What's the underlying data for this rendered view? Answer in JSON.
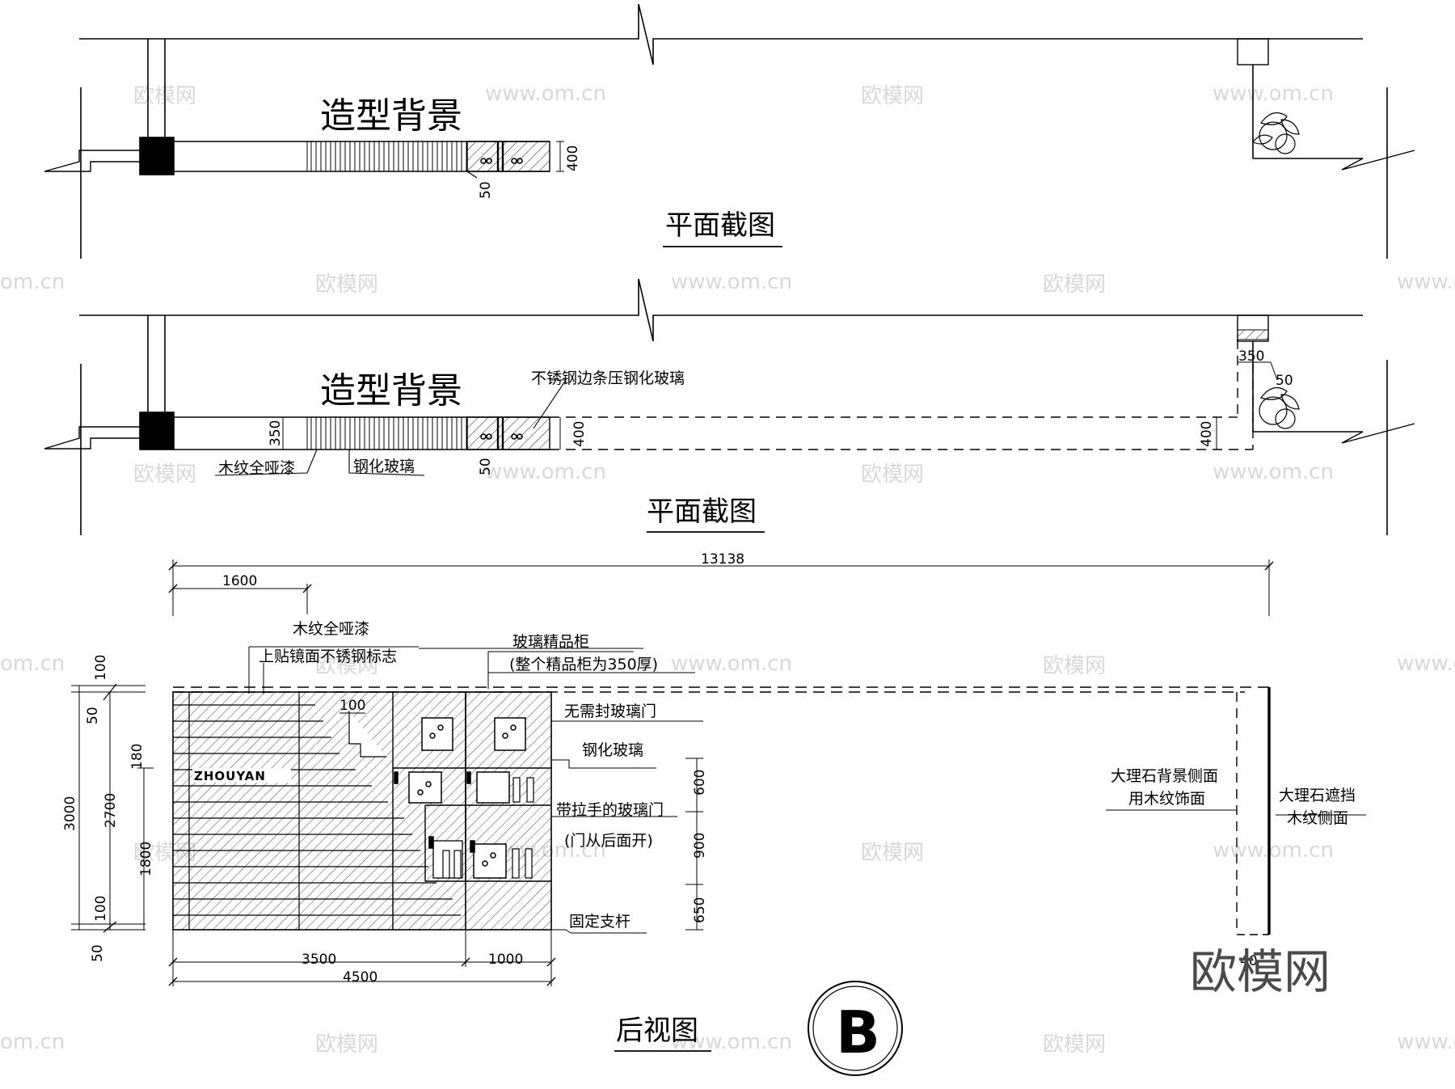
{
  "plan1": {
    "feature_title": "造型背景",
    "view_title": "平面截图",
    "dim_400": "400",
    "dim_50": "50"
  },
  "plan2": {
    "feature_title": "造型背景",
    "view_title": "平面截图",
    "label_steel_edge": "不锈钢边条压钢化玻璃",
    "label_wood": "木纹全哑漆",
    "label_glass": "钢化玻璃",
    "dim_350_left": "350",
    "dim_400_a": "400",
    "dim_400_b": "400",
    "dim_50": "50",
    "dim_350_right": "350",
    "dim_50_right": "50"
  },
  "elevation": {
    "view_title": "后视图",
    "section_marker": "B",
    "dims_top": {
      "total": "13138",
      "left": "1600"
    },
    "dims_left": {
      "d100_top": "100",
      "d50_top": "50",
      "d3000": "3000",
      "d2700": "2700",
      "d180": "180",
      "d1800": "1800",
      "d100_bottom": "100",
      "d50_bottom": "50"
    },
    "dims_right": {
      "d600": "600",
      "d900": "900",
      "d650": "650",
      "d100_inner": "100"
    },
    "dims_bottom": {
      "d3500": "3500",
      "d1000": "1000",
      "d4500": "4500",
      "d40": "40"
    },
    "logo_text": "ZHOUYAN",
    "labels": {
      "wood_line1": "木纹全哑漆",
      "wood_line2": "上贴镜面不锈钢标志",
      "cabinet_line1": "玻璃精品柜",
      "cabinet_line2": "(整个精品柜为350厚)",
      "no_seal_door": "无需封玻璃门",
      "tempered_glass": "钢化玻璃",
      "handle_door_line1": "带拉手的玻璃门",
      "handle_door_line2": "(门从后面开)",
      "fixed_rod": "固定支杆",
      "marble_side_line1": "大理石背景侧面",
      "marble_side_line2": "用木纹饰面",
      "marble_block_line1": "大理石遮挡",
      "marble_block_line2": "木纹侧面"
    }
  },
  "watermarks": {
    "brand": "欧模网",
    "url": "www.om.cn",
    "url_cut": "om.cn"
  }
}
